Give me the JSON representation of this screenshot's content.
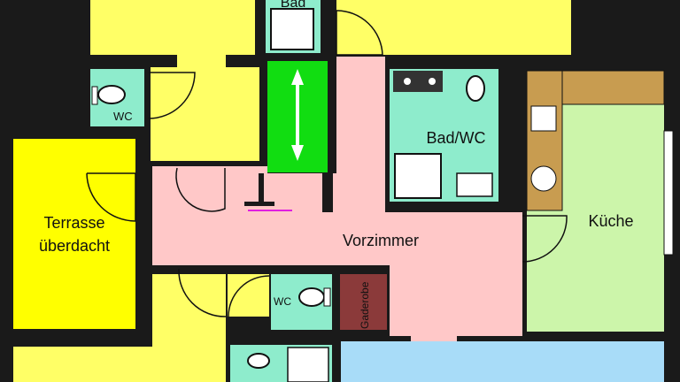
{
  "rooms": {
    "bad_top": "Bad",
    "wc_top": "WC",
    "bad_wc": "Bad/WC",
    "terrasse_line1": "Terrasse",
    "terrasse_line2": "überdacht",
    "vorzimmer": "Vorzimmer",
    "kueche": "Küche",
    "wc_lower": "WC",
    "gaderobe": "Gaderobe"
  },
  "colors": {
    "wall": "#1a1a1a",
    "room_yellow": "#ffff66",
    "terrace_yellow": "#ffff00",
    "hallway_pink": "#ffc8c8",
    "bath_teal": "#8eeccc",
    "elevator_green": "#11dd11",
    "kitchen_green": "#ccf5aa",
    "counter_brown": "#c89c50",
    "wardrobe_brown": "#8b3a3a",
    "blue_room": "#a8dcf8"
  }
}
